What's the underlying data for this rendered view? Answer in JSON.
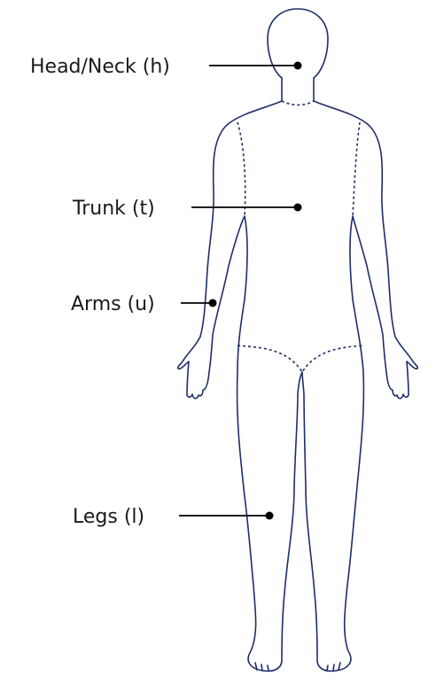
{
  "labels": {
    "head_neck": "Head/Neck (h)",
    "trunk": "Trunk (t)",
    "arms": "Arms (u)",
    "legs": "Legs (l)"
  },
  "colors": {
    "outline": "#1f2d6b",
    "leader": "#000000",
    "text": "#1a1a1a"
  }
}
